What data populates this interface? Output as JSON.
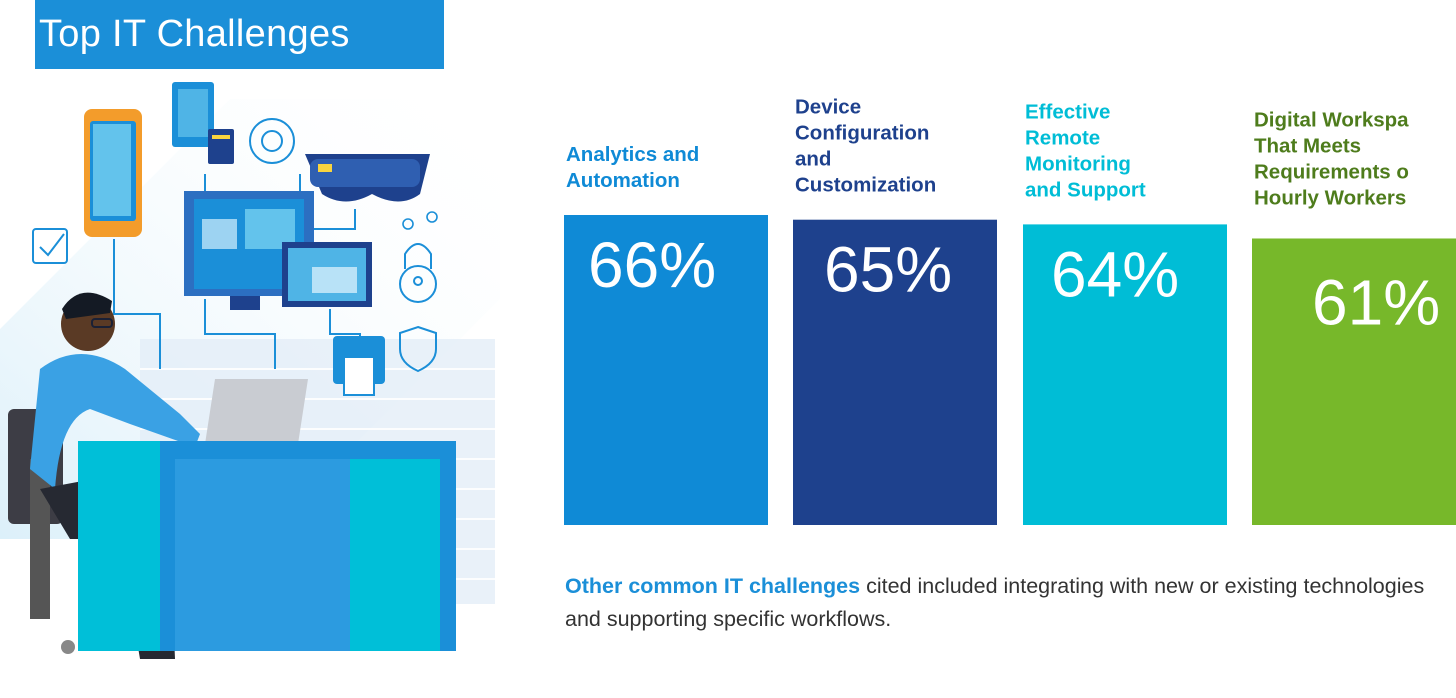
{
  "header": {
    "title": "Top IT Challenges"
  },
  "colors": {
    "title_bg": "#1b8fd8",
    "accent": "#1b8fd8",
    "body_text": "#333333"
  },
  "illustration": {
    "description_icons": [
      "smartphone-icon",
      "tablet-icon",
      "gear-icon",
      "ar-headset-icon",
      "checklist-icon",
      "monitor-icon",
      "padlock-icon",
      "shield-icon",
      "printer-icon",
      "laptop-icon",
      "desk-icon",
      "worker-icon"
    ]
  },
  "chart_data": {
    "type": "bar",
    "categories": [
      "Analytics and Automation",
      "Device Configuration and Customization",
      "Effective Remote Monitoring and Support",
      "Digital Workspace That Meets Requirements of Hourly Workers"
    ],
    "category_lines": [
      [
        "Analytics and",
        "Automation"
      ],
      [
        "Device",
        "Configuration",
        "and",
        "Customization"
      ],
      [
        "Effective",
        "Remote",
        "Monitoring",
        "and Support"
      ],
      [
        "Digital Workspa",
        "That Meets",
        "Requirements o",
        "Hourly Workers"
      ]
    ],
    "values": [
      66,
      65,
      64,
      61
    ],
    "value_labels": [
      "66%",
      "65%",
      "64%",
      "61%"
    ],
    "bar_colors": [
      "#0f8ad6",
      "#1e418d",
      "#00bdd6",
      "#77b82a"
    ],
    "label_colors": [
      "#0f8ad6",
      "#1e418d",
      "#00bdd6",
      "#4e7c1c"
    ],
    "ylim": [
      0,
      66
    ],
    "title": "",
    "xlabel": "",
    "ylabel": "",
    "grid": false
  },
  "footnote": {
    "highlight": "Other common IT challenges",
    "text": " cited included integrating with new or existing technologies and supporting specific workflows."
  }
}
